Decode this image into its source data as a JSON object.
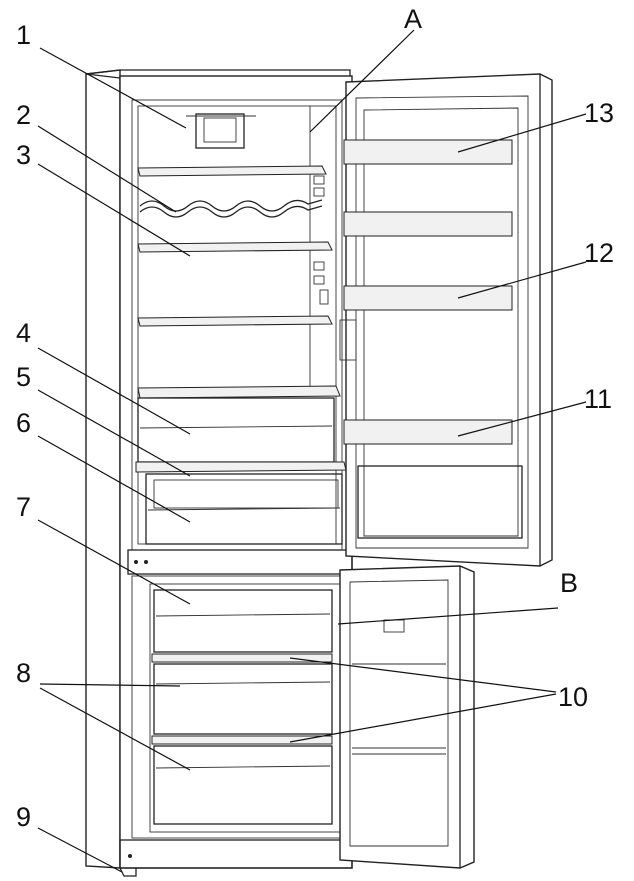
{
  "callouts": {
    "c1": "1",
    "c2": "2",
    "c3": "3",
    "c4": "4",
    "c5": "5",
    "c6": "6",
    "c7": "7",
    "c8": "8",
    "c9": "9",
    "c10": "10",
    "c11": "11",
    "c12": "12",
    "c13": "13",
    "cA": "A",
    "cB": "B"
  }
}
